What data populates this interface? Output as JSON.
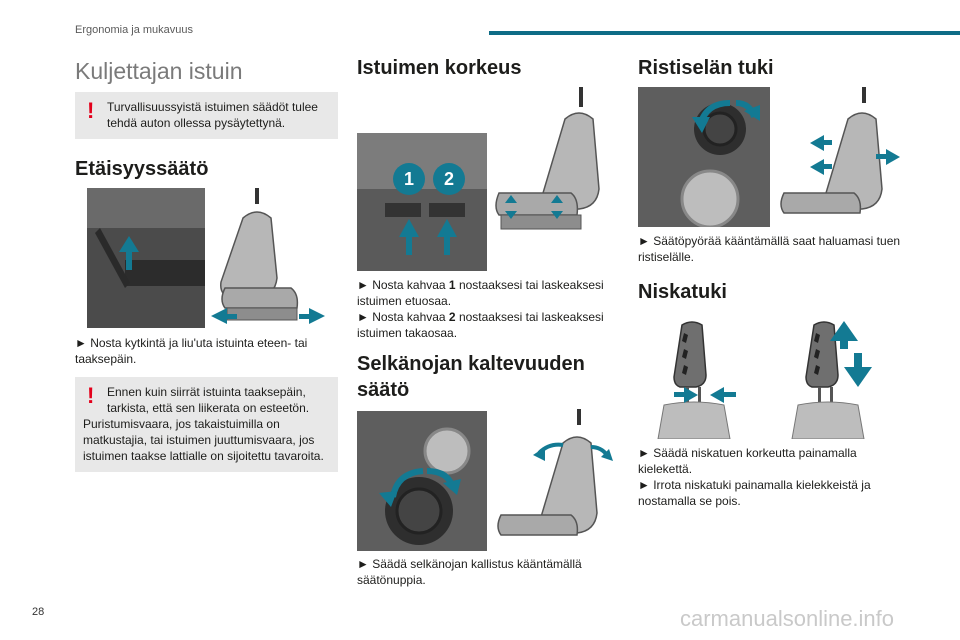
{
  "header": {
    "section": "Ergonomia ja mukavuus"
  },
  "page_number": "28",
  "watermark": "carmanualsonline.info",
  "col1": {
    "title": "Kuljettajan istuin",
    "warning1": "Turvallisuussyistä istuimen säädöt tulee tehdä auton ollessa pysäytettynä.",
    "heading": "Etäisyyssäätö",
    "instruction": "► Nosta kytkintä ja liu'uta istuinta eteen- tai taaksepäin.",
    "warning2_lead": "Ennen kuin siirrät istuinta taaksepäin, tarkista, että sen liikerata on esteetön.",
    "warning2_rest": "Puristumisvaara, jos takaistuimilla on matkustajia, tai istuimen juuttumisvaara, jos istuimen taakse lattialle on sijoitettu tavaroita."
  },
  "col2": {
    "heading1": "Istuimen korkeus",
    "badge1": "1",
    "badge2": "2",
    "instr1_a": "► Nosta kahvaa ",
    "instr1_b": "1",
    "instr1_c": " nostaaksesi tai laskeaksesi istuimen etuosaa.",
    "instr2_a": "► Nosta kahvaa ",
    "instr2_b": "2",
    "instr2_c": " nostaaksesi tai laskeaksesi istuimen takaosaa.",
    "heading2": "Selkänojan kaltevuuden säätö",
    "instr3": "► Säädä selkänojan kallistus kääntämällä säätönuppia."
  },
  "col3": {
    "heading1": "Ristiselän tuki",
    "instr1": "► Säätöpyörää kääntämällä saat haluamasi tuen ristiselälle.",
    "heading2": "Niskatuki",
    "instr2": "► Säädä niskatuen korkeutta painamalla kielekettä.",
    "instr3": "► Irrota niskatuki painamalla kielekkeistä ja nostamalla se pois."
  },
  "colors": {
    "accent": "#0e6c86",
    "arrow": "#137a93",
    "warning_mark": "#e3001b",
    "box_bg": "#e8e8e8"
  }
}
